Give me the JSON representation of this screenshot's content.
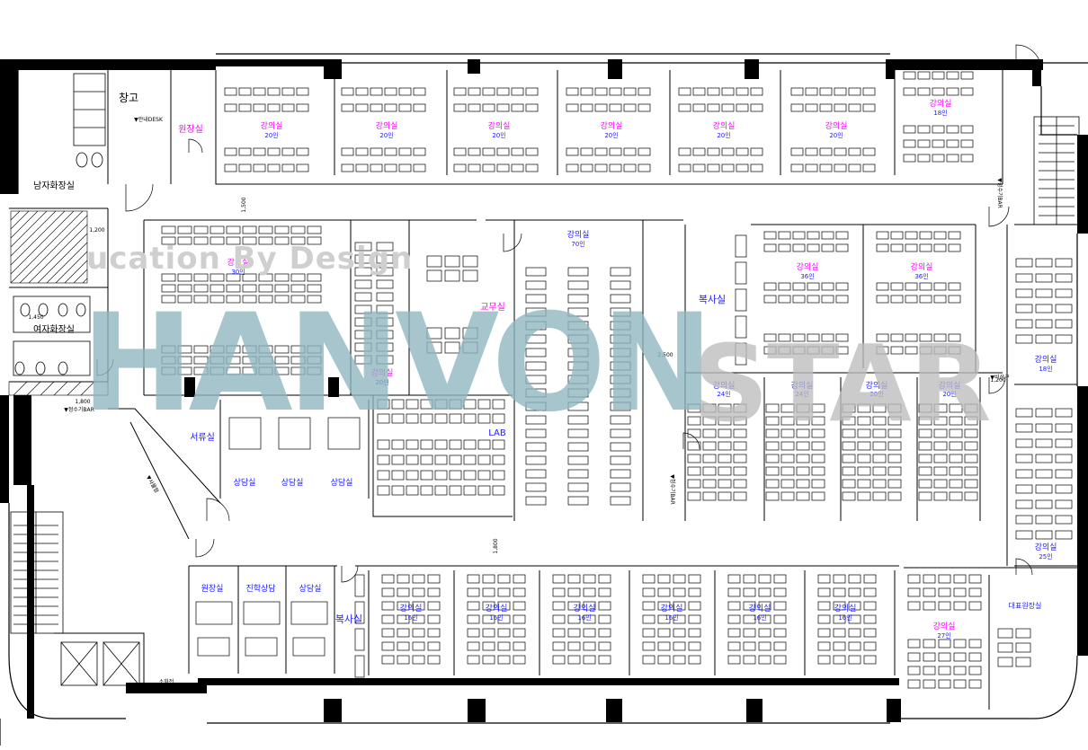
{
  "watermark": {
    "tagline": "ucation By Design",
    "brand_main": "HANVON",
    "brand_second": "STAR"
  },
  "rooms": [
    {
      "name": "강의실",
      "seats": "20인"
    },
    {
      "name": "강의실",
      "seats": "20인"
    },
    {
      "name": "강의실",
      "seats": "20인"
    },
    {
      "name": "강의실",
      "seats": "20인"
    },
    {
      "name": "강의실",
      "seats": "20인"
    },
    {
      "name": "강의실",
      "seats": "20인"
    },
    {
      "name": "강의실",
      "seats": "18인"
    },
    {
      "name": "강의실",
      "seats": "70인"
    },
    {
      "name": "강의실",
      "seats": "30인"
    },
    {
      "name": "강의실",
      "seats": "36인"
    },
    {
      "name": "강의실",
      "seats": "36인"
    },
    {
      "name": "강의실",
      "seats": "20인"
    },
    {
      "name": "강의실",
      "seats": "18인"
    },
    {
      "name": "강의실",
      "seats": "24인"
    },
    {
      "name": "강의실",
      "seats": "24인"
    },
    {
      "name": "강의실",
      "seats": "20인"
    },
    {
      "name": "강의실",
      "seats": "20인"
    },
    {
      "name": "강의실",
      "seats": "25인"
    },
    {
      "name": "강의실",
      "seats": "16인"
    },
    {
      "name": "강의실",
      "seats": "16인"
    },
    {
      "name": "강의실",
      "seats": "16인"
    },
    {
      "name": "강의실",
      "seats": "16인"
    },
    {
      "name": "강의실",
      "seats": "16인"
    },
    {
      "name": "강의실",
      "seats": "16인"
    },
    {
      "name": "강의실",
      "seats": "27인"
    }
  ],
  "labels": {
    "storage": "창고",
    "front_desk": "▼안내DESK",
    "dept_head": "원장실",
    "men_restroom": "남자화장실",
    "women_restroom": "여자화장실",
    "faculty": "교무실",
    "copy_room_upper": "복사실",
    "copy_room_lower": "복사실",
    "document_room": "서류실",
    "lab": "LAB",
    "consult_1": "상담실",
    "consult_2": "상담실",
    "consult_3": "상담실",
    "principal_lower": "원장실",
    "career_consult": "진학상담",
    "consult_lower": "상담실",
    "meeting_room": "대표원장실",
    "water_bar": "▼정수기BAR",
    "water_bar_right": "▼정수기BAR",
    "water_bar_mid": "▼정수기BAR",
    "locker": "▼사물함",
    "emergency": "▼비상구",
    "fire_box": "소화전",
    "dim_1": "1,200",
    "dim_2": "1,800",
    "dim_3": "1,450",
    "dim_4": "1,800",
    "dim_5": "2,500",
    "dim_6": "1,500",
    "dim_7": "1,200"
  },
  "colors": {
    "wall": "#000000",
    "room_label": "#ff00ff",
    "seat_label": "#1a1aff",
    "blue_label": "#1a1aff",
    "watermark_teal": "#8fb6c0",
    "watermark_gray": "#bdbdbd"
  }
}
